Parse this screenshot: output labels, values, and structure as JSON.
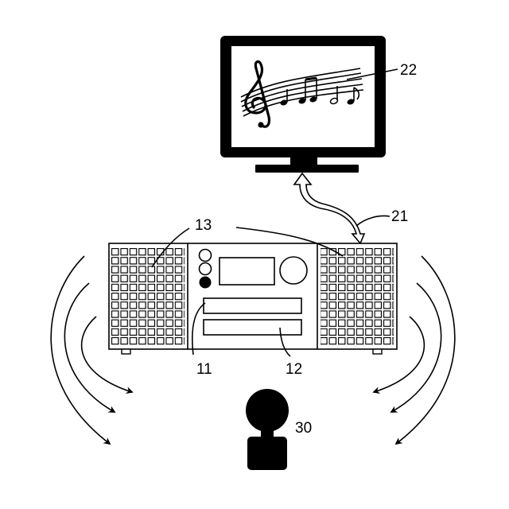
{
  "labels": {
    "screen": "22",
    "link": "21",
    "speakers": "13",
    "slot_upper": "11",
    "slot_lower": "12",
    "listener": "30"
  },
  "colors": {
    "ink": "#000000",
    "paper": "#ffffff"
  },
  "icons": {
    "screen_content": "treble-clef-music-notes-icon",
    "listener": "person-icon"
  }
}
